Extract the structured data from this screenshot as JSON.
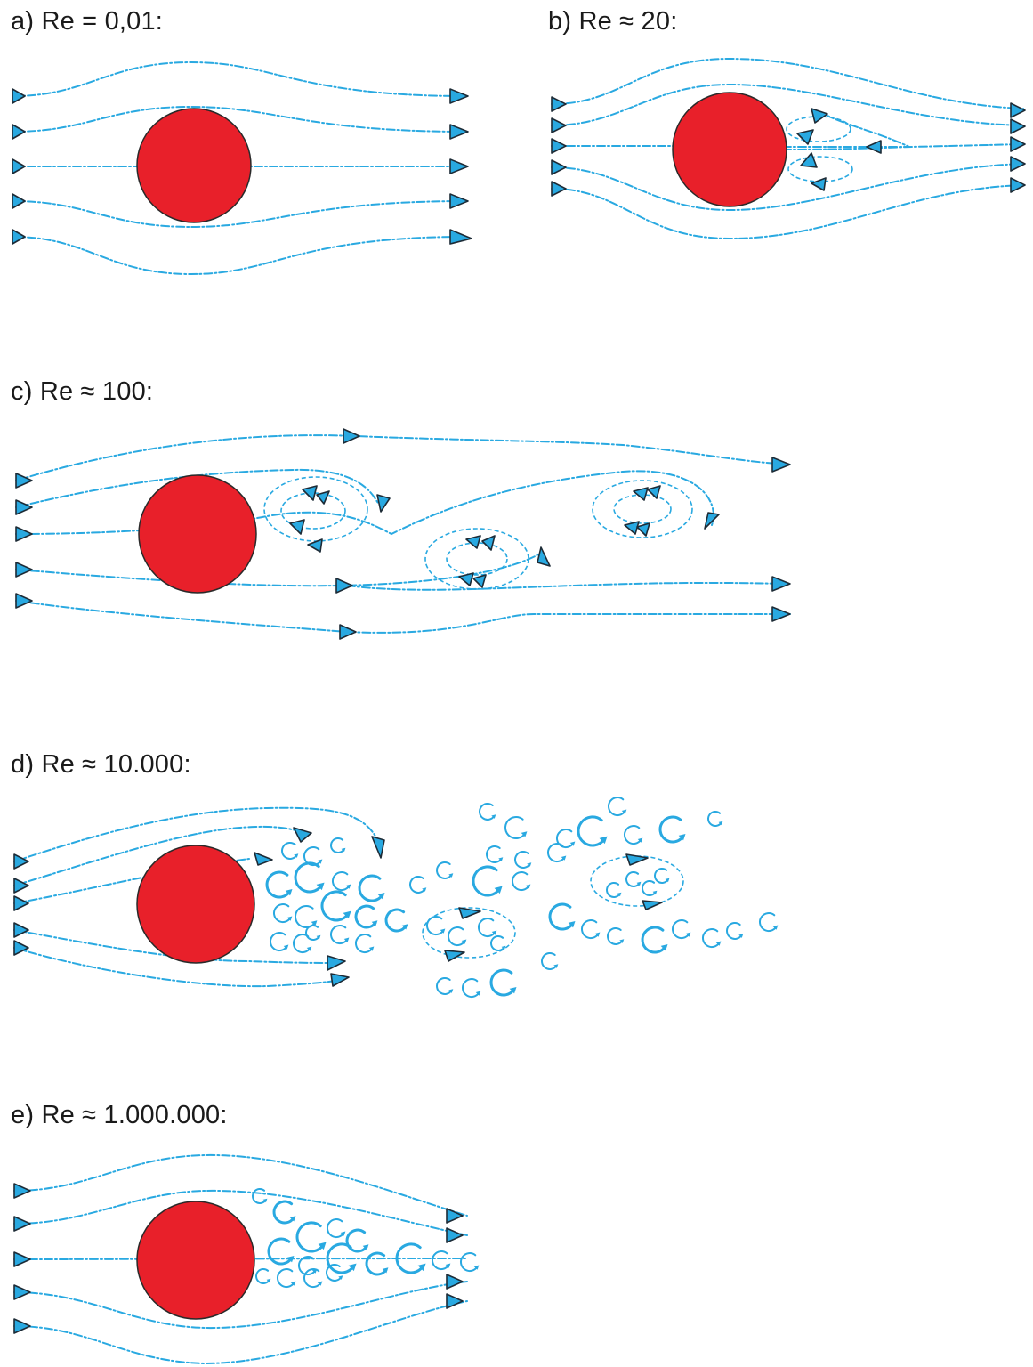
{
  "panels": [
    {
      "id": "a",
      "label": "a) Re = 0,01:"
    },
    {
      "id": "b",
      "label": "b) Re ≈ 20:"
    },
    {
      "id": "c",
      "label": "c) Re ≈ 100:"
    },
    {
      "id": "d",
      "label": "d) Re ≈ 10.000:"
    },
    {
      "id": "e",
      "label": "e) Re ≈ 1.000.000:"
    }
  ],
  "colors": {
    "streamline": "#29a9e1",
    "cylinder": "#e8202a",
    "outline": "#2a2a2a"
  }
}
